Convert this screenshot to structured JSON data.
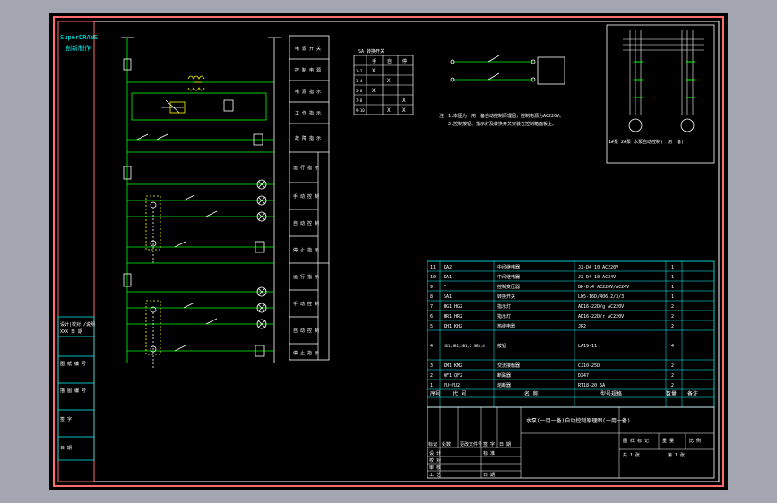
{
  "title_side": {
    "brand_line1": "SuperDRAWS",
    "brand_line2": "创新制作"
  },
  "side_block": {
    "lines": [
      "设计(校对)/说明",
      "XXX 日 期",
      "图 纸 编 号",
      "描 图 编 号",
      "签 字",
      "日 期"
    ]
  },
  "right_labels": [
    "电 源 开 关",
    "控 制 电 源",
    "电 源 指 示",
    "工 作 指 示",
    "故 障 指 示"
  ],
  "pump1_labels": [
    "运 行 指 示",
    "手 动 控 制",
    "自 动 控 制",
    "停 止 指 示"
  ],
  "pump2_labels": [
    "运 行 指 示",
    "手 动 控 制",
    "自 动 控 制",
    "停 止 指 示"
  ],
  "sw_table": {
    "title": "SA 转换开关",
    "cols": [
      "",
      "手",
      "自",
      "停"
    ],
    "rows": [
      [
        "1-2",
        "X",
        "",
        ""
      ],
      [
        "3-4",
        "",
        "X",
        ""
      ],
      [
        "5-6",
        "X",
        "",
        ""
      ],
      [
        "7-8",
        "",
        "",
        "X"
      ],
      [
        "9-10",
        "",
        "X",
        "X"
      ]
    ]
  },
  "notes": {
    "line1": "注：1.本图为一用一备自动控制原理图，控制电源为AC220V。",
    "line2": "2.控制按钮、指示灯及转换开关安装在控制箱面板上。"
  },
  "motor_caption": "1#泵  2#泵  水泵自动控制(一用一备)",
  "bom": {
    "rows": [
      [
        "11",
        "KA2",
        "中间继电器",
        "JZ-D4 10 AC220V",
        "1",
        ""
      ],
      [
        "10",
        "KA1",
        "中间继电器",
        "JZ-D4 10 AC24V",
        "1",
        ""
      ],
      [
        "9",
        "T",
        "控制变压器",
        "BK-D.4 AC220V/AC24V",
        "1",
        ""
      ],
      [
        "8",
        "SA1",
        "转换开关",
        "LW5-16D/406-2/3/3",
        "1",
        ""
      ],
      [
        "7",
        "HG1,HG2",
        "指示灯",
        "AD16-22D/g AC220V",
        "2",
        ""
      ],
      [
        "6",
        "HR1,HR2",
        "指示灯",
        "AD16-22D/r AC220V",
        "2",
        ""
      ],
      [
        "5",
        "KH1,KH2",
        "热继电器",
        "JR2",
        "2",
        ""
      ],
      [
        "4",
        "SB1,SB2,SB1,2 SB3,4",
        "按钮",
        "LA19-11",
        "4",
        ""
      ],
      [
        "3",
        "KM1,KM2",
        "交流接触器",
        "CJ10-25D",
        "2",
        ""
      ],
      [
        "2",
        "QF1,QF2",
        "断路器",
        "DZ47",
        "2",
        ""
      ],
      [
        "1",
        "FU~FU2",
        "熔断器",
        "RT18-20 6A",
        "2",
        ""
      ]
    ],
    "header": [
      "序号",
      "代 号",
      "名 称",
      "型号规格",
      "数量",
      "备注"
    ]
  },
  "title_block": {
    "drawing_title": "水泵(一用一备)自动控制原理图(一用一备)",
    "labels": [
      "标记",
      "处数",
      "更改文件号",
      "签 字",
      "日 期"
    ],
    "role_rows": [
      "设 计",
      "校 对",
      "审 核",
      "工 艺",
      "批 准"
    ],
    "col_labels": [
      "图 样 标 记",
      "重 量",
      "比 例"
    ],
    "sheet_info": [
      "共 1 张",
      "第 1 张"
    ],
    "mid_labels": [
      "标 准",
      "日 期"
    ]
  }
}
